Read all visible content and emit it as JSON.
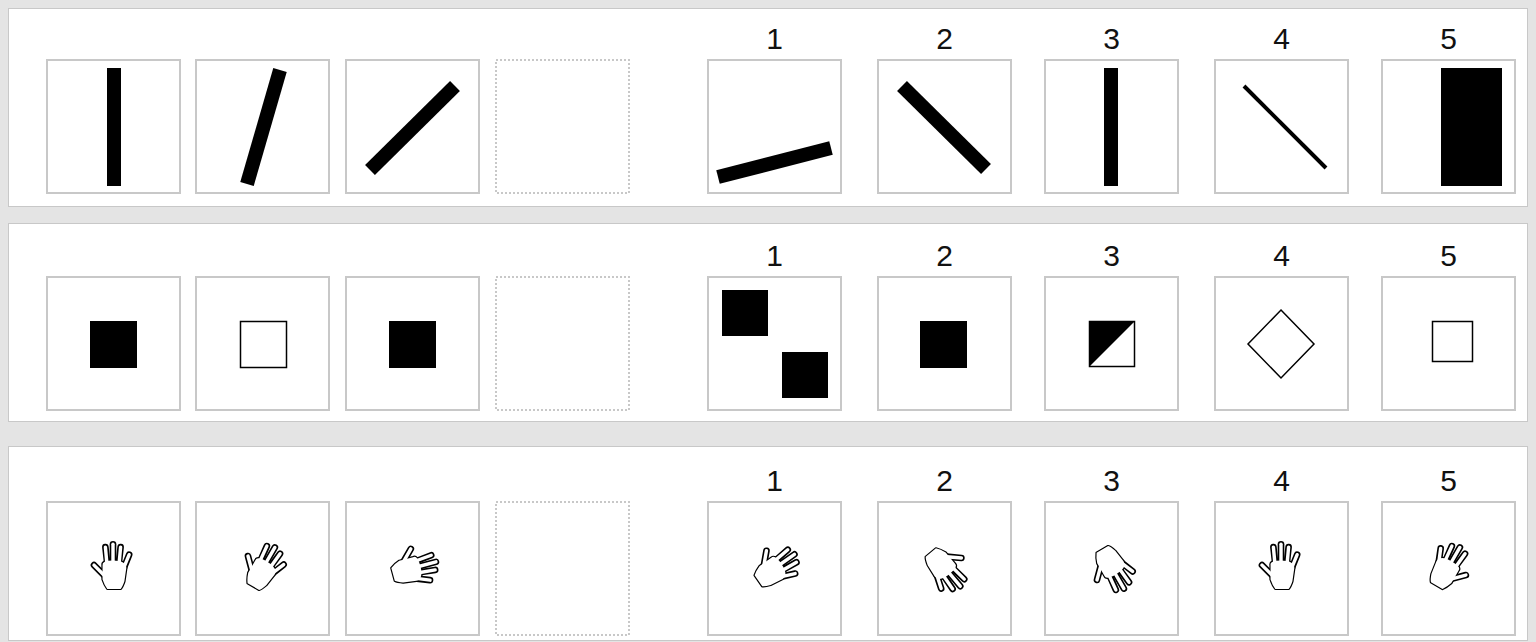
{
  "diagram": {
    "labels": [
      "1",
      "2",
      "3",
      "4",
      "5",
      "1",
      "2",
      "3",
      "4",
      "5",
      "1",
      "2",
      "3",
      "4",
      "5"
    ]
  }
}
